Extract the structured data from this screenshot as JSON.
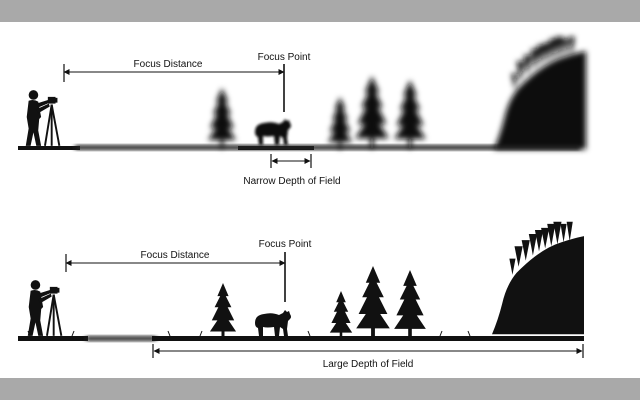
{
  "theme": {
    "frame": "#a9a9a9",
    "ink": "#111111",
    "background": "#ffffff"
  },
  "top": {
    "focus_distance": "Focus Distance",
    "focus_point": "Focus Point",
    "dof_label": "Narrow Depth of Field"
  },
  "bottom": {
    "focus_distance": "Focus Distance",
    "focus_point": "Focus Point",
    "dof_label": "Large Depth of Field"
  },
  "icons": [
    "photographer-icon",
    "tripod-icon",
    "tree-icon",
    "bear-icon",
    "cliff-icon"
  ]
}
